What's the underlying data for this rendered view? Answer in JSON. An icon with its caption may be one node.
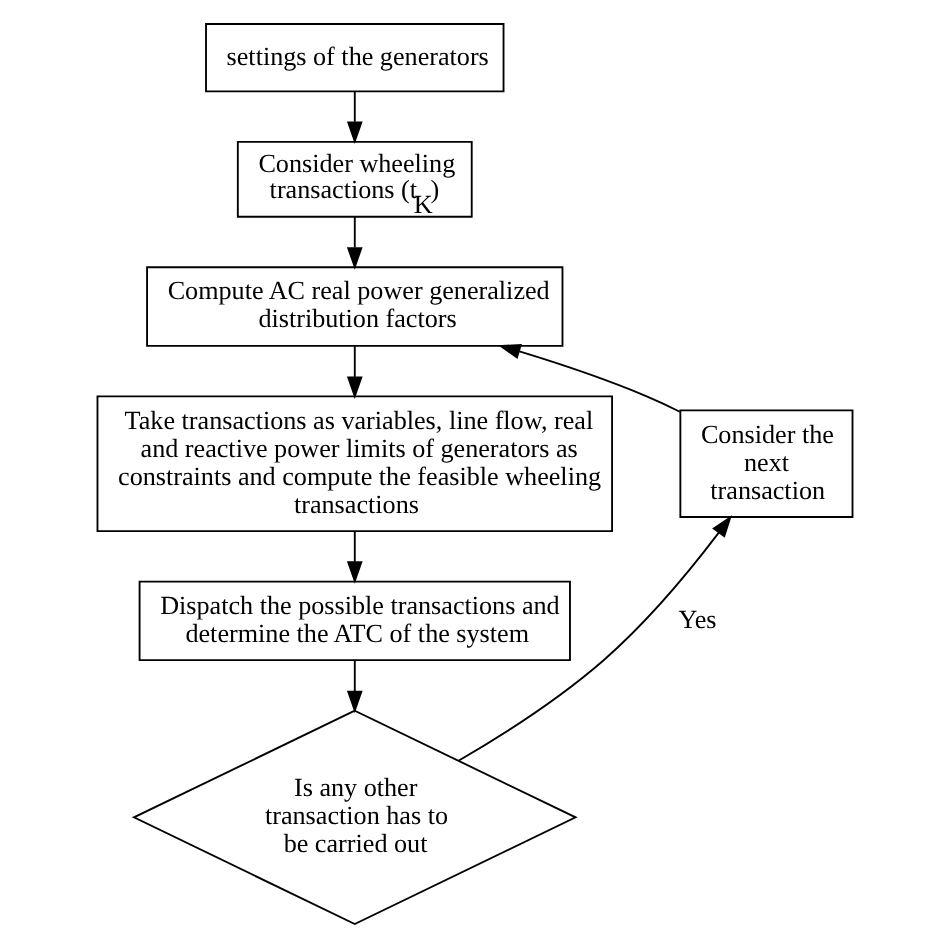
{
  "diagram": {
    "nodes": [
      {
        "text": [
          "settings of the generators"
        ]
      },
      {
        "text": [
          "Consider wheeling transactions (t$_{K}$)"
        ]
      },
      {
        "text": [
          "Compute AC real power generalized distribution factors"
        ]
      },
      {
        "text": [
          "Consider the next transaction"
        ]
      },
      {
        "text": [
          "Take transactions as variables, line flow, real and reactive power limits of generators as constraints and compute the feasible wheeling transactions"
        ]
      },
      {
        "text": [
          "Dispatch the possible transactions and determine the ATC of the system"
        ]
      },
      {
        "text": [
          "Is any other transaction has to be carried out"
        ]
      }
    ],
    "edges": [
      {
        "from": 0,
        "to": 1,
        "arrow": "to"
      },
      {
        "from": 1,
        "to": 2,
        "arrow": "to"
      },
      {
        "from": 2,
        "to": 4,
        "arrow": "to"
      },
      {
        "from": 4,
        "to": 5,
        "arrow": "to"
      },
      {
        "from": 5,
        "to": 6,
        "arrow": "to"
      },
      {
        "from": 6,
        "to": 3,
        "arrow": "to",
        "label": "Yes"
      },
      {
        "from": 3,
        "to": 2,
        "arrow": "to"
      }
    ]
  }
}
